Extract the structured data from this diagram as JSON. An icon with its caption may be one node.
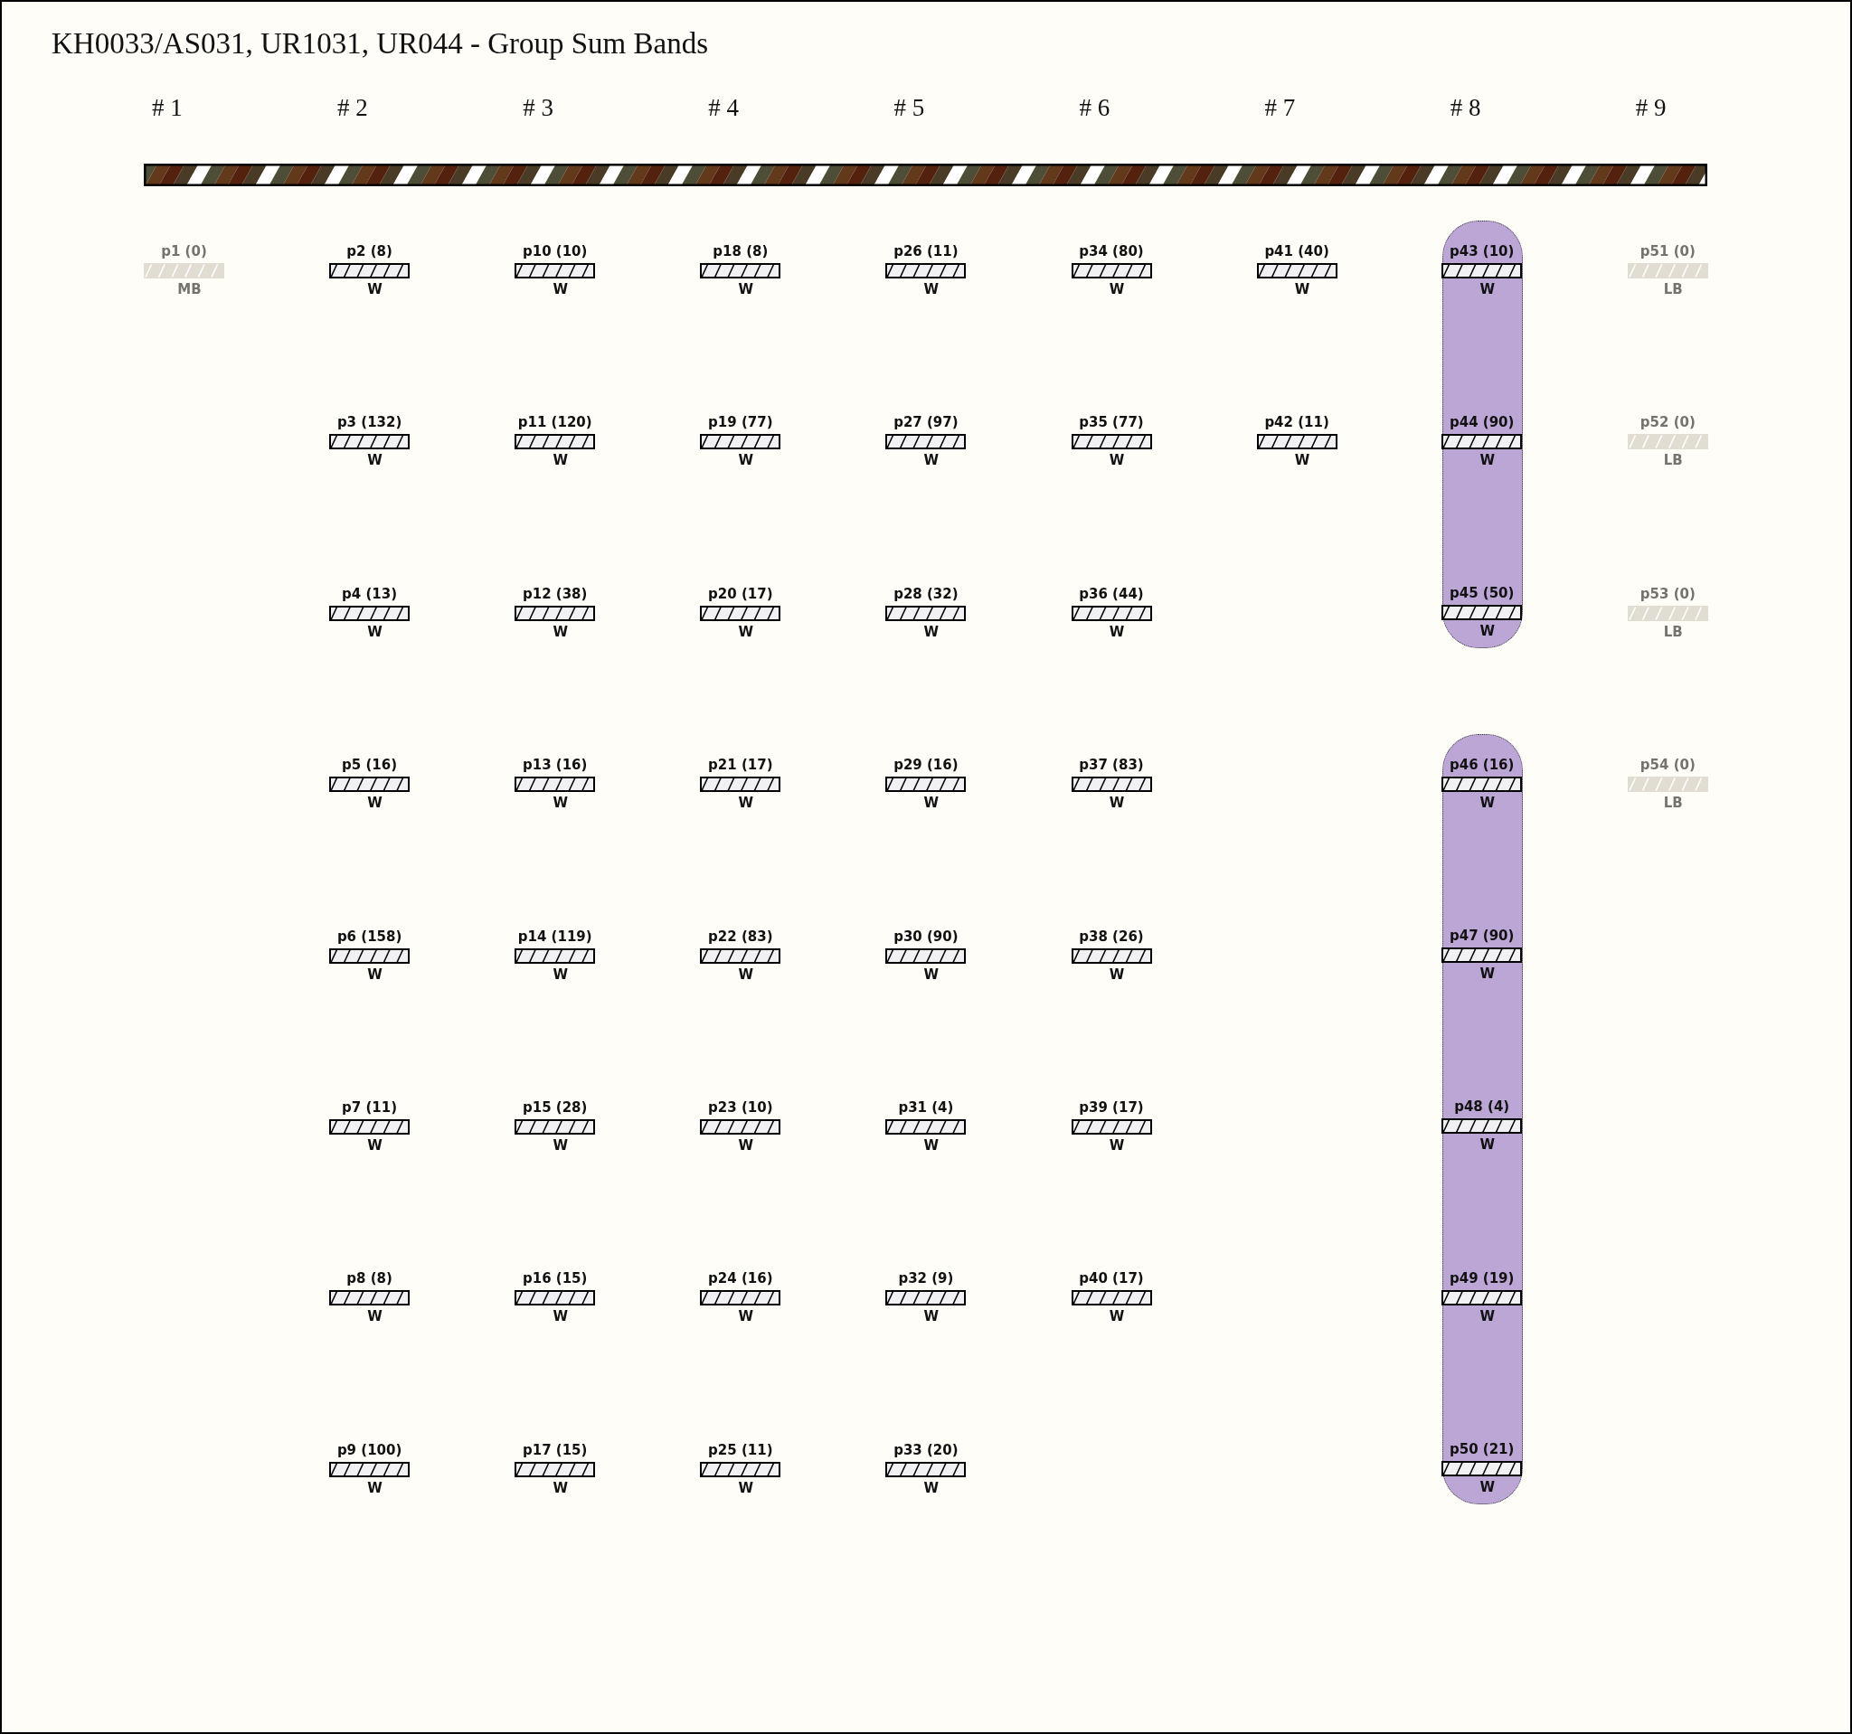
{
  "diagram": {
    "title": "KH0033/AS031, UR1031, UR044 - Group Sum Bands",
    "nodes": [
      {
        "text": [],
        "shape": "bar"
      },
      {
        "text": [
          "p1 (0)",
          "MB"
        ]
      },
      {
        "text": [
          "p2 (8)",
          "W"
        ]
      },
      {
        "text": [
          "p3 (132)",
          "W"
        ]
      },
      {
        "text": [
          "p4 (13)",
          "W"
        ]
      },
      {
        "text": [
          "p5 (16)",
          "W"
        ]
      },
      {
        "text": [
          "p6 (158)",
          "W"
        ]
      },
      {
        "text": [
          "p7 (11)",
          "W"
        ]
      },
      {
        "text": [
          "p8 (8)",
          "W"
        ]
      },
      {
        "text": [
          "p9 (100)",
          "W"
        ]
      },
      {
        "text": [
          "p10 (10)",
          "W"
        ]
      },
      {
        "text": [
          "p11 (120)",
          "W"
        ]
      },
      {
        "text": [
          "p12 (38)",
          "W"
        ]
      },
      {
        "text": [
          "p13 (16)",
          "W"
        ]
      },
      {
        "text": [
          "p14 (119)",
          "W"
        ]
      },
      {
        "text": [
          "p15 (28)",
          "W"
        ]
      },
      {
        "text": [
          "p16 (15)",
          "W"
        ]
      },
      {
        "text": [
          "p17 (15)",
          "W"
        ]
      },
      {
        "text": [
          "p18 (8)",
          "W"
        ]
      },
      {
        "text": [
          "p19 (77)",
          "W"
        ]
      },
      {
        "text": [
          "p20 (17)",
          "W"
        ]
      },
      {
        "text": [
          "p21 (17)",
          "W"
        ]
      },
      {
        "text": [
          "p22 (83)",
          "W"
        ]
      },
      {
        "text": [
          "p23 (10)",
          "W"
        ]
      },
      {
        "text": [
          "p24 (16)",
          "W"
        ]
      },
      {
        "text": [
          "p25 (11)",
          "W"
        ]
      },
      {
        "text": [
          "p26 (11)",
          "W"
        ]
      },
      {
        "text": [
          "p27 (97)",
          "W"
        ]
      },
      {
        "text": [
          "p28 (32)",
          "W"
        ]
      },
      {
        "text": [
          "p29 (16)",
          "W"
        ]
      },
      {
        "text": [
          "p30 (90)",
          "W"
        ]
      },
      {
        "text": [
          "p31 (4)",
          "W"
        ]
      },
      {
        "text": [
          "p32 (9)",
          "W"
        ]
      },
      {
        "text": [
          "p33 (20)",
          "W"
        ]
      },
      {
        "text": [
          "p34 (80)",
          "W"
        ]
      },
      {
        "text": [
          "p35 (77)",
          "W"
        ]
      },
      {
        "text": [
          "p36 (44)",
          "W"
        ]
      },
      {
        "text": [
          "p37 (83)",
          "W"
        ]
      },
      {
        "text": [
          "p38 (26)",
          "W"
        ]
      },
      {
        "text": [
          "p39 (17)",
          "W"
        ]
      },
      {
        "text": [
          "p40 (17)",
          "W"
        ]
      },
      {
        "text": [
          "p41 (40)",
          "W"
        ]
      },
      {
        "text": [
          "p42 (11)",
          "W"
        ]
      },
      {
        "text": [],
        "shape": "box"
      },
      {
        "text": [
          "p43 (10)",
          "W"
        ],
        "in": 43
      },
      {
        "text": [
          "p44 (90)",
          "W"
        ],
        "in": 43
      },
      {
        "text": [
          "p45 (50)",
          "W"
        ],
        "in": 43
      },
      {
        "text": [],
        "shape": "box"
      },
      {
        "text": [
          "p46 (16)",
          "W"
        ],
        "in": 47
      },
      {
        "text": [
          "p47 (90)",
          "W"
        ],
        "in": 47
      },
      {
        "text": [
          "p48 (4)",
          "W"
        ],
        "in": 47
      },
      {
        "text": [
          "p49 (19)",
          "W"
        ],
        "in": 47
      },
      {
        "text": [
          "p50 (21)",
          "W"
        ],
        "in": 47
      },
      {
        "text": [
          "p51 (0)",
          "LB"
        ]
      },
      {
        "text": [
          "p52 (0)",
          "LB"
        ]
      },
      {
        "text": [
          "p53 (0)",
          "LB"
        ]
      },
      {
        "text": [
          "p54 (0)",
          "LB"
        ]
      }
    ],
    "labels": [
      "# 1",
      "# 2",
      "# 3",
      "# 4",
      "# 5",
      "# 6",
      "# 7",
      "# 8",
      "# 9"
    ]
  }
}
